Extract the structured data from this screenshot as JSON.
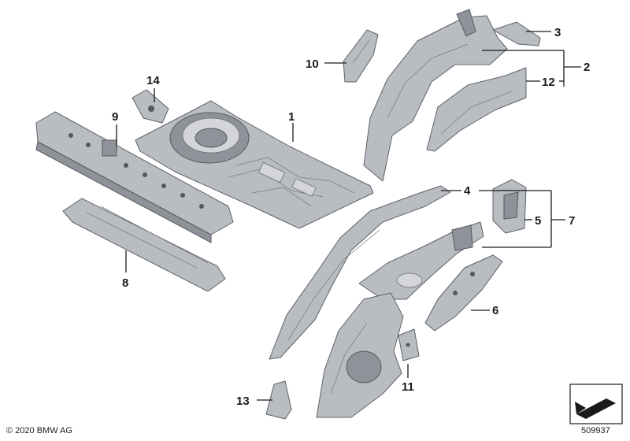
{
  "callouts": {
    "c1": "1",
    "c2": "2",
    "c3": "3",
    "c4": "4",
    "c5": "5",
    "c6": "6",
    "c7": "7",
    "c8": "8",
    "c9": "9",
    "c10": "10",
    "c11": "11",
    "c12": "12",
    "c13": "13",
    "c14": "14"
  },
  "footer": {
    "copyright": "© 2020 BMW AG",
    "diagram_id": "509937"
  },
  "colors": {
    "part_fill": "#b9bcc1",
    "part_stroke": "#5d6168",
    "text": "#1a1a1a"
  },
  "icons": {
    "corner_symbol": "sheet-arrow-icon"
  }
}
